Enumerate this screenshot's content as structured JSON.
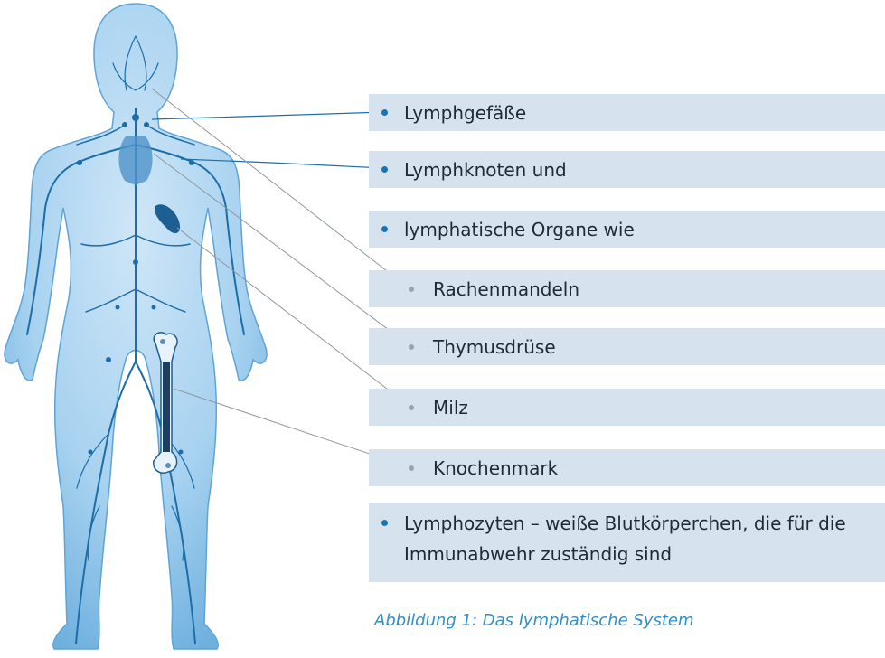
{
  "labels": [
    {
      "text": "Lymphgefäße",
      "level": "main"
    },
    {
      "text": "Lymphknoten und",
      "level": "main"
    },
    {
      "text": "lymphatische Organe wie",
      "level": "main"
    },
    {
      "text": "Rachenmandeln",
      "level": "sub"
    },
    {
      "text": "Thymusdrüse",
      "level": "sub"
    },
    {
      "text": "Milz",
      "level": "sub"
    },
    {
      "text": "Knochenmark",
      "level": "sub"
    },
    {
      "text": "Lymphozyten – weiße Blutkörperchen, die für die Immunabwehr zuständig sind",
      "level": "main"
    }
  ],
  "caption": "Abbildung 1: Das lymphatische System",
  "colors": {
    "box_fill": "#d6e3ef",
    "main_bullet": "#1a74b4",
    "sub_bullet": "#9aa3ab",
    "main_leader": "#1a6fae",
    "sub_leader": "#8f979e",
    "caption": "#2f8fc8",
    "body_fill": "#8fc3e8",
    "vessels": "#1d6ea8"
  },
  "icons": [
    "human-body-lymphatic-illustration",
    "spleen-icon",
    "femur-bone-marrow-icon"
  ]
}
